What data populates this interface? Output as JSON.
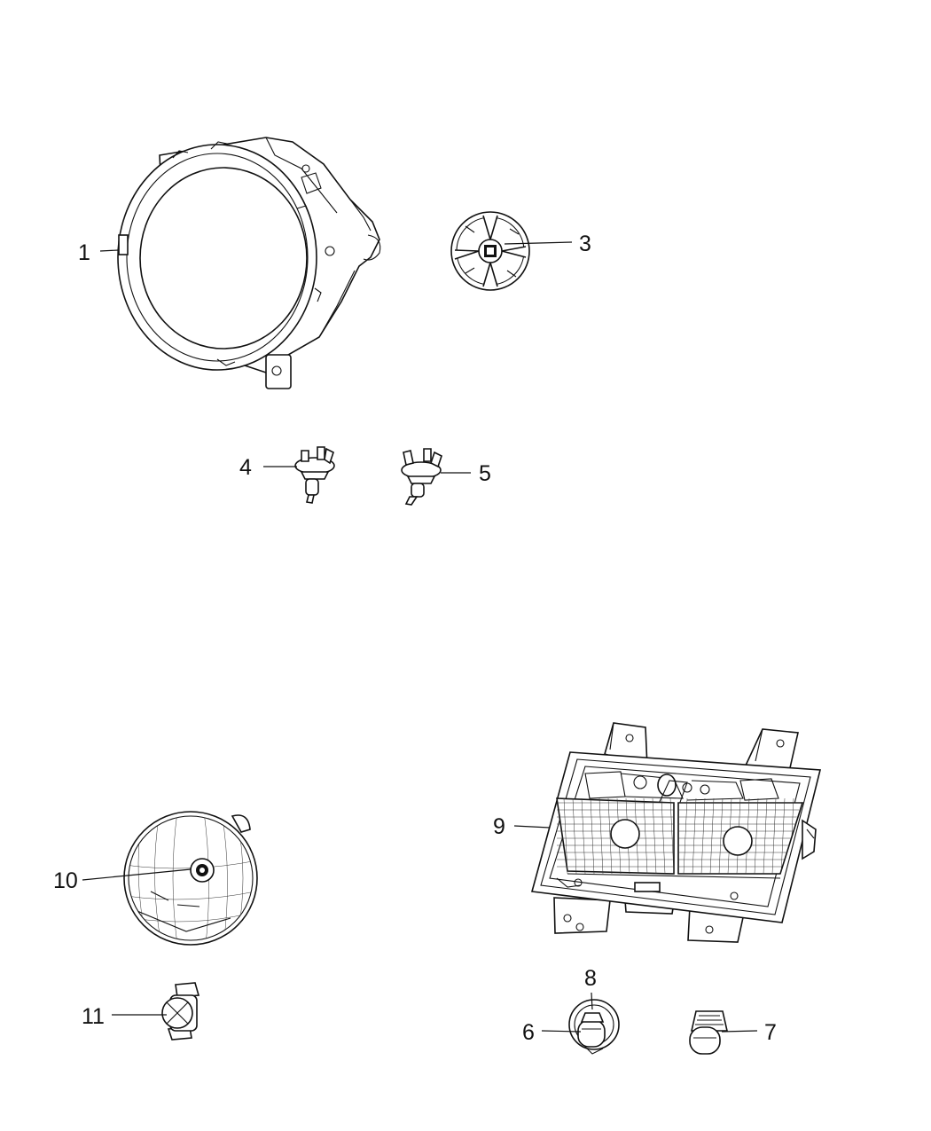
{
  "callouts": {
    "c1": "1",
    "c3": "3",
    "c4": "4",
    "c5": "5",
    "c6": "6",
    "c7": "7",
    "c8": "8",
    "c9": "9",
    "c10": "10",
    "c11": "11"
  },
  "colors": {
    "line": "#111111",
    "background": "#ffffff"
  }
}
